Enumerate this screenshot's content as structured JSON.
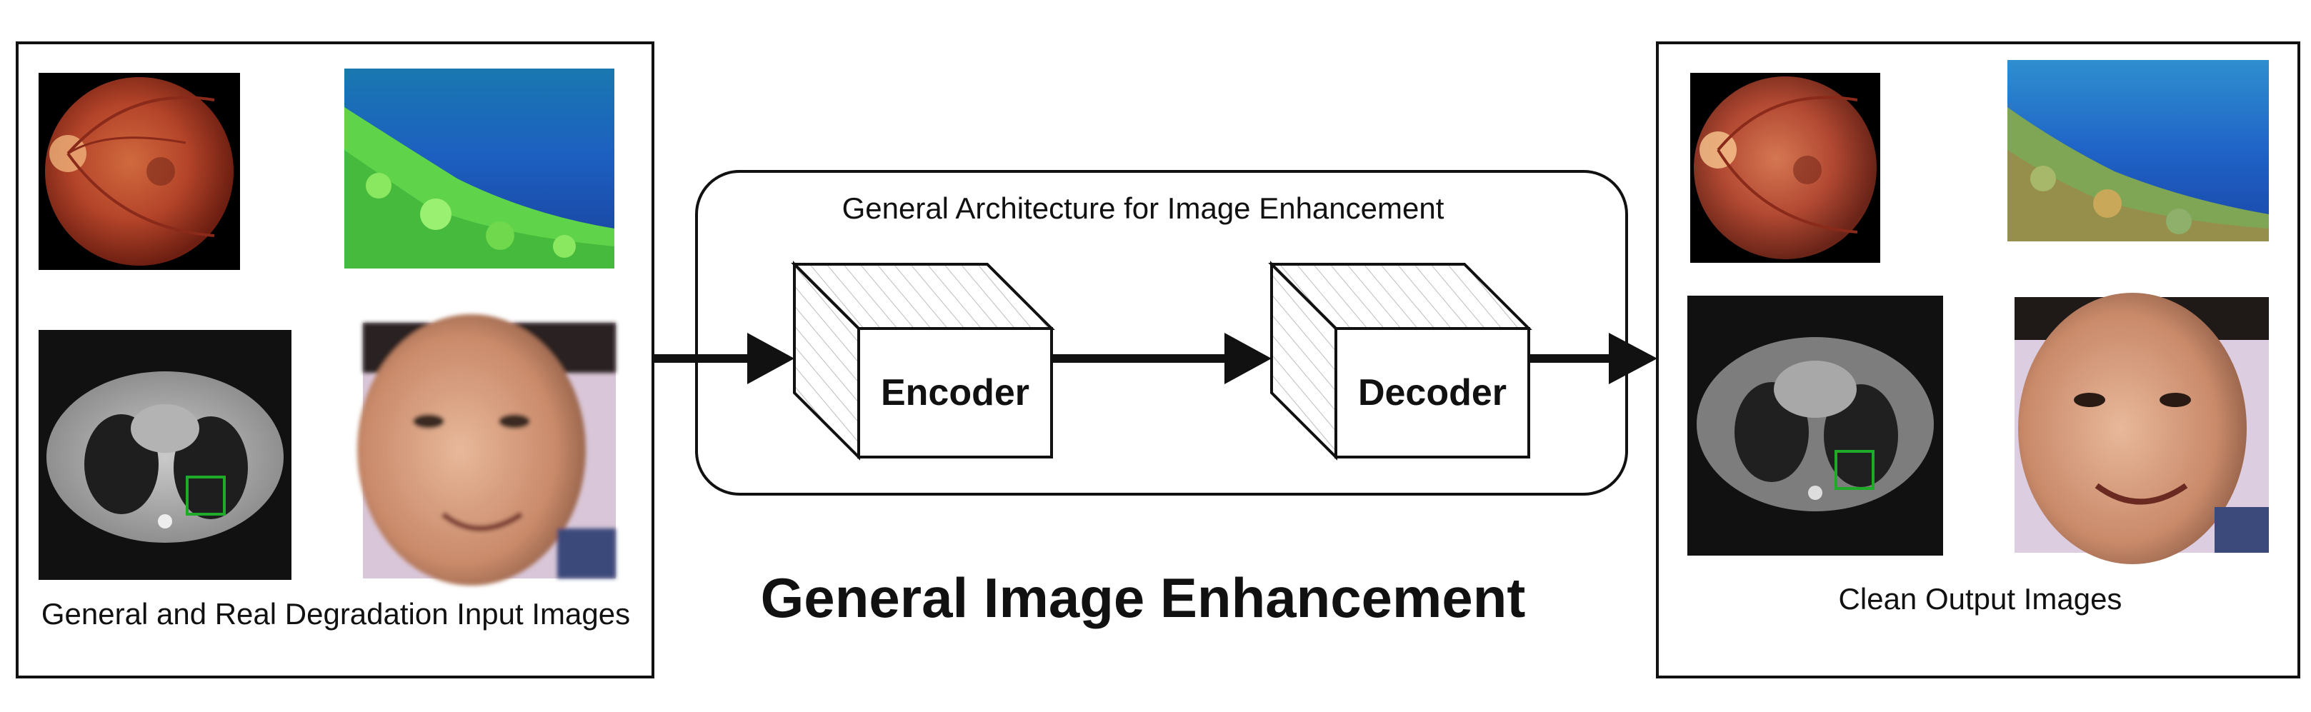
{
  "diagram": {
    "input_panel": {
      "caption": "General and Real Degradation Input Images",
      "images": [
        "retina-image",
        "underwater-image",
        "ct-scan-image",
        "face-image"
      ]
    },
    "architecture": {
      "title": "General Architecture for Image Enhancement",
      "encoder_label": "Encoder",
      "decoder_label": "Decoder"
    },
    "main_title": "General Image Enhancement",
    "output_panel": {
      "caption": "Clean Output Images",
      "images": [
        "retina-image",
        "underwater-image",
        "ct-scan-image",
        "face-image"
      ]
    },
    "colors": {
      "line": "#111111",
      "roi_box": "#1faa2a",
      "retina": "#b5452a",
      "ocean": "#1c5fc0",
      "reef": "#7ad64a"
    }
  }
}
